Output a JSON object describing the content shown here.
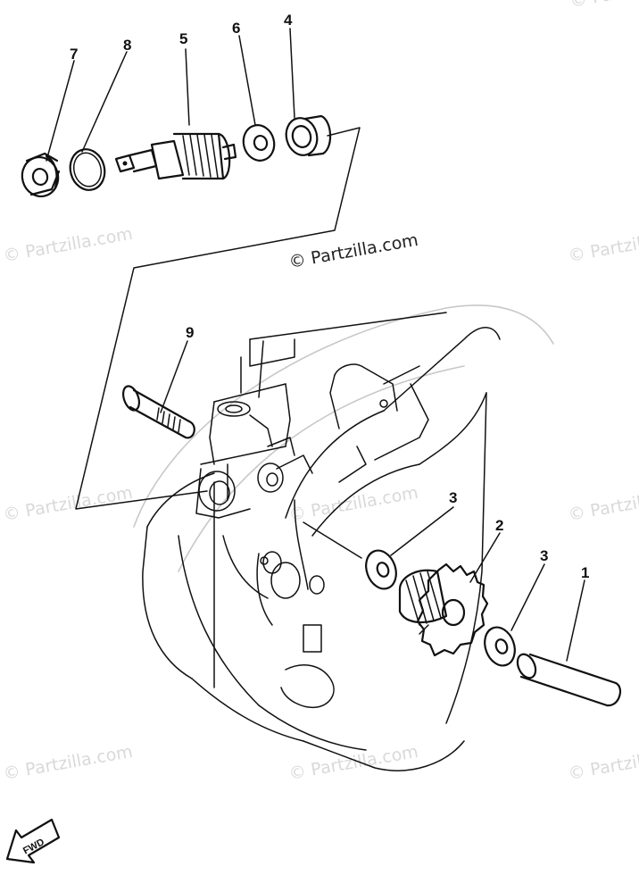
{
  "watermark": {
    "main": "© Partzilla.com",
    "repeat": "© Partzilla.com"
  },
  "callouts": {
    "c1": "1",
    "c2": "2",
    "c3a": "3",
    "c3b": "3",
    "c4": "4",
    "c5": "5",
    "c6": "6",
    "c7": "7",
    "c8": "8",
    "c9": "9"
  },
  "fwd_label": "FWD"
}
